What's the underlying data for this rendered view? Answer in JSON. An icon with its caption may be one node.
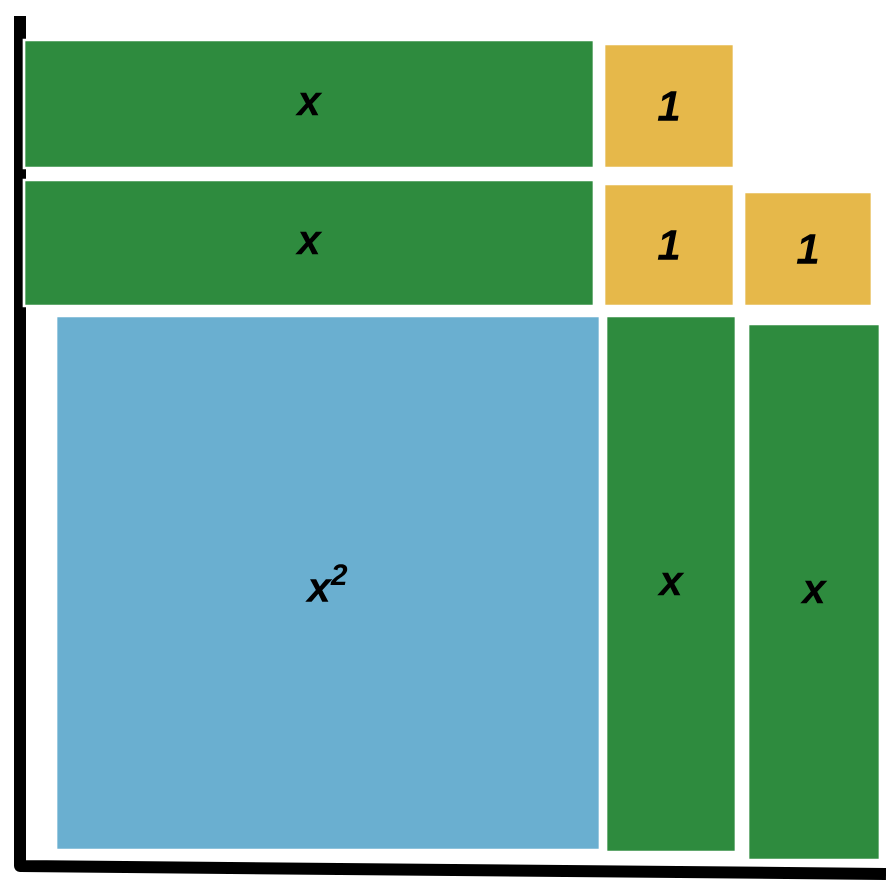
{
  "diagram": {
    "nodes": [
      {
        "text": [
          "x"
        ]
      },
      {
        "text": [
          "1"
        ]
      },
      {
        "text": [
          "x"
        ]
      },
      {
        "text": [
          "1"
        ]
      },
      {
        "text": [
          "1"
        ]
      },
      {
        "text": [
          "x$^{2}$"
        ]
      },
      {
        "text": [
          "x"
        ]
      },
      {
        "text": [
          "x"
        ]
      }
    ]
  }
}
